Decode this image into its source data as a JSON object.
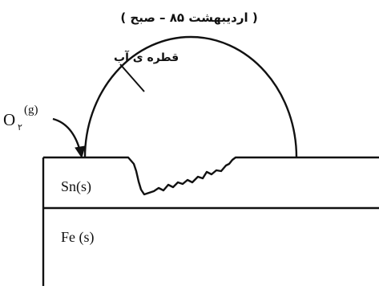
{
  "header": {
    "title": "( اردیبهشت ۸۵ – صبح )"
  },
  "labels": {
    "water_drop": "قطره ی آب",
    "oxygen": "O",
    "oxygen_subscript": "۲",
    "oxygen_state": "(g)",
    "tin_layer": "Sn(s)",
    "iron_layer": "Fe (s)"
  },
  "colors": {
    "stroke": "#111111",
    "background": "#ffffff"
  }
}
